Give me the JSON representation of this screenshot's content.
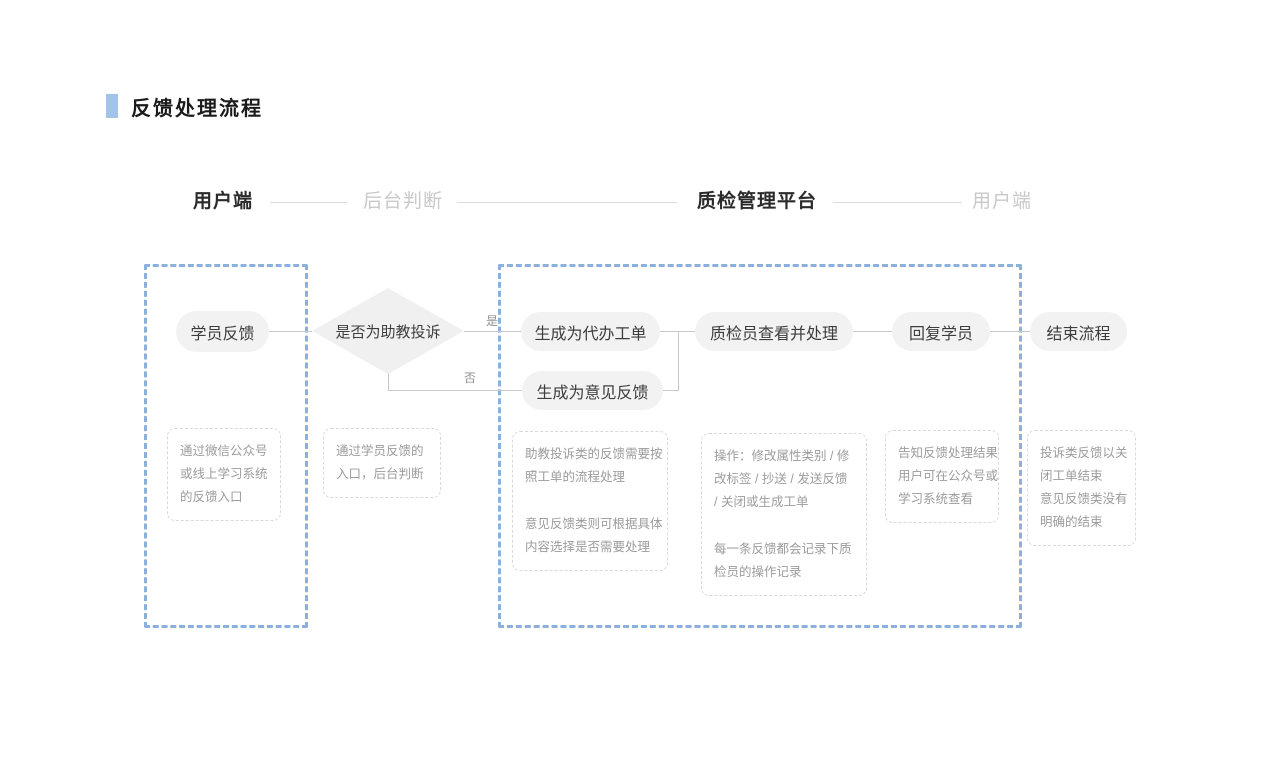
{
  "title": {
    "text": "反馈处理流程",
    "accent_color": "#a3c4e9"
  },
  "lanes": [
    {
      "label": "用户端",
      "emphasis": "dark"
    },
    {
      "label": "后台判断",
      "emphasis": "muted"
    },
    {
      "label": "质检管理平台",
      "emphasis": "dark"
    },
    {
      "label": "用户端",
      "emphasis": "muted"
    }
  ],
  "nodes": {
    "student_feedback": {
      "label": "学员反馈",
      "shape": "pill"
    },
    "decision": {
      "label": "是否为助教投诉",
      "shape": "diamond"
    },
    "create_todo_ticket": {
      "label": "生成为代办工单",
      "shape": "pill"
    },
    "create_opinion_feedback": {
      "label": "生成为意见反馈",
      "shape": "pill"
    },
    "inspector_review": {
      "label": "质检员查看并处理",
      "shape": "pill"
    },
    "reply_student": {
      "label": "回复学员",
      "shape": "pill"
    },
    "end_flow": {
      "label": "结束流程",
      "shape": "pill"
    }
  },
  "edge_labels": {
    "yes": "是",
    "no": "否"
  },
  "notes": [
    {
      "lines": [
        "通过微信公众号",
        "或线上学习系统",
        "的反馈入口"
      ]
    },
    {
      "lines": [
        "通过学员反馈的",
        "入口，后台判断"
      ]
    },
    {
      "paragraphs": [
        [
          "助教投诉类的反馈需要按",
          "照工单的流程处理"
        ],
        [
          "意见反馈类则可根据具体",
          "内容选择是否需要处理"
        ]
      ]
    },
    {
      "paragraphs": [
        [
          "操作：修改属性类别 / 修",
          "改标签 / 抄送 / 发送反馈",
          "/ 关闭或生成工单"
        ],
        [
          "每一条反馈都会记录下质",
          "检员的操作记录"
        ]
      ]
    },
    {
      "lines": [
        "告知反馈处理结果",
        "用户可在公众号或",
        "学习系统查看"
      ]
    },
    {
      "lines": [
        "投诉类反馈以关",
        "闭工单结束",
        "意见反馈类没有",
        "明确的结束"
      ]
    }
  ],
  "colors": {
    "accent_bar": "#a3c4e9",
    "stage_border": "#8cb0de",
    "node_fill": "#f2f2f2",
    "node_text": "#3d3d3d",
    "connector": "#c8c8c8",
    "note_border": "#d9d9d9",
    "note_text": "#9c9c9c",
    "muted_header": "#c9c9c9",
    "dark_header": "#2b2b2b"
  }
}
